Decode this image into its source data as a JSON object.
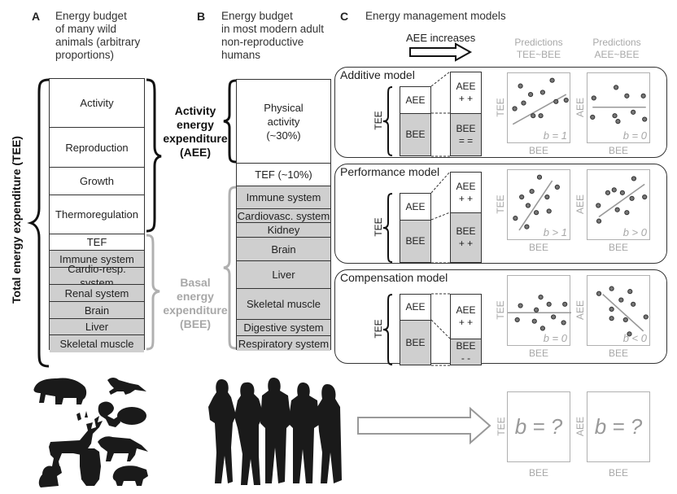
{
  "panel_a": {
    "letter": "A",
    "title_lines": [
      "Energy budget",
      "of many wild",
      "animals (arbitrary",
      "proportions)"
    ],
    "tee_label": "Total energy expenditure (TEE)",
    "cells": [
      {
        "label": "Activity",
        "shade": "white"
      },
      {
        "label": "Reproduction",
        "shade": "white"
      },
      {
        "label": "Growth",
        "shade": "white"
      },
      {
        "label": "Thermoregulation",
        "shade": "white"
      },
      {
        "label": "TEF",
        "shade": "white"
      },
      {
        "label": "Immune system",
        "shade": "grey"
      },
      {
        "label": "Cardio-resp. system",
        "shade": "grey"
      },
      {
        "label": "Renal system",
        "shade": "grey"
      },
      {
        "label": "Brain",
        "shade": "grey"
      },
      {
        "label": "Liver",
        "shade": "grey"
      },
      {
        "label": "Skeletal muscle",
        "shade": "grey"
      }
    ],
    "image_label": "wild-animal-silhouettes"
  },
  "middle_labels": {
    "aee_lines": [
      "Activity",
      "energy",
      "expenditure",
      "(AEE)"
    ],
    "bee_lines": [
      "Basal",
      "energy",
      "expenditure",
      "(BEE)"
    ]
  },
  "panel_b": {
    "letter": "B",
    "title_lines": [
      "Energy budget",
      "in most modern adult",
      "non-reproductive",
      "humans"
    ],
    "cells": [
      {
        "label": "Physical\nactivity\n(~30%)",
        "shade": "white"
      },
      {
        "label": "TEF (~10%)",
        "shade": "white"
      },
      {
        "label": "Immune system",
        "shade": "grey"
      },
      {
        "label": "Cardiovasc. system",
        "shade": "grey"
      },
      {
        "label": "Kidney",
        "shade": "grey"
      },
      {
        "label": "Brain",
        "shade": "grey"
      },
      {
        "label": "Liver",
        "shade": "grey"
      },
      {
        "label": "Skeletal muscle",
        "shade": "grey"
      },
      {
        "label": "Digestive system",
        "shade": "grey"
      },
      {
        "label": "Respiratory system",
        "shade": "grey"
      }
    ],
    "image_label": "human-silhouettes"
  },
  "panel_c": {
    "letter": "C",
    "title": "Energy management models",
    "arrow_label": "AEE increases",
    "pred_headers": [
      {
        "line1": "Predictions",
        "line2": "TEE~BEE"
      },
      {
        "line1": "Predictions",
        "line2": "AEE~BEE"
      }
    ],
    "tee_axis": "TEE",
    "aee_axis": "AEE",
    "bee_axis": "BEE",
    "models": [
      {
        "title": "Additive model",
        "before": {
          "top": "AEE",
          "bottom": "BEE"
        },
        "after": {
          "top": "AEE",
          "top_mark": "+ +",
          "bottom": "BEE",
          "bottom_mark": "= ="
        },
        "tee_bee": {
          "slope_label": "b = 1"
        },
        "aee_bee": {
          "slope_label": "b = 0"
        }
      },
      {
        "title": "Performance model",
        "before": {
          "top": "AEE",
          "bottom": "BEE"
        },
        "after": {
          "top": "AEE",
          "top_mark": "+ +",
          "bottom": "BEE",
          "bottom_mark": "+ +"
        },
        "tee_bee": {
          "slope_label": "b > 1"
        },
        "aee_bee": {
          "slope_label": "b > 0"
        }
      },
      {
        "title": "Compensation model",
        "before": {
          "top": "AEE",
          "bottom": "BEE"
        },
        "after": {
          "top": "AEE",
          "top_mark": "+ +",
          "bottom": "BEE",
          "bottom_mark": "- -"
        },
        "tee_bee": {
          "slope_label": "b = 0"
        },
        "aee_bee": {
          "slope_label": "b < 0"
        }
      }
    ],
    "unknown": {
      "tee_bee": "b = ?",
      "aee_bee": "b = ?"
    }
  },
  "colors": {
    "grey_fill": "#cfcfcf",
    "axis_grey": "#a8a8a8",
    "outline": "#333333",
    "silhouette": "#1a1a1a"
  }
}
